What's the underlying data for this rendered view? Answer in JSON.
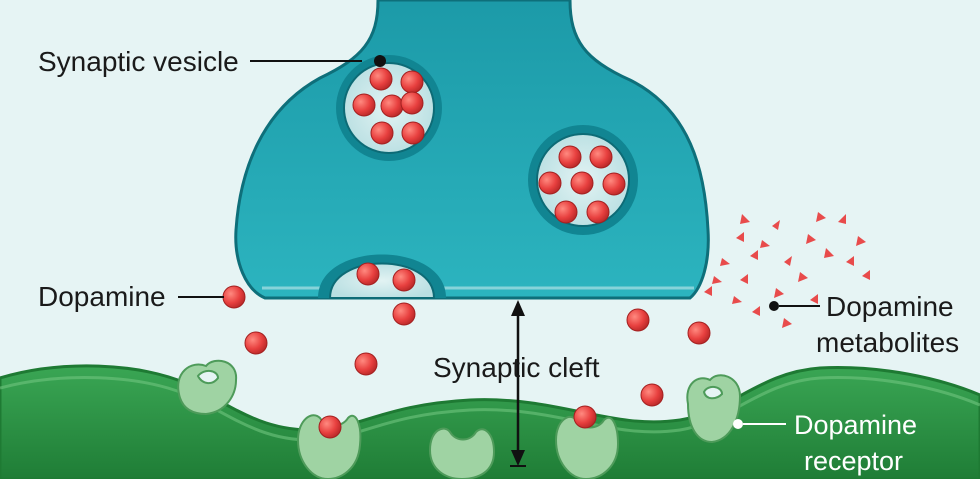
{
  "labels": {
    "synaptic_vesicle": "Synaptic vesicle",
    "dopamine": "Dopamine",
    "synaptic_cleft": "Synaptic cleft",
    "metabolites_line1": "Dopamine",
    "metabolites_line2": "metabolites",
    "receptor_line1": "Dopamine",
    "receptor_line2": "receptor"
  },
  "colors": {
    "background": "#e6f4f4",
    "presynaptic_terminal": "#1fa3b0",
    "vesicle": "#cde9ea",
    "dopamine_molecule": "#e8403f",
    "postsynaptic_neuron": "#2f9a45",
    "receptor": "#9fd3a3",
    "metabolite": "#e84b4b"
  },
  "icons": [
    "dopamine-molecule-icon",
    "metabolite-icon",
    "receptor-icon",
    "vesicle-icon"
  ]
}
